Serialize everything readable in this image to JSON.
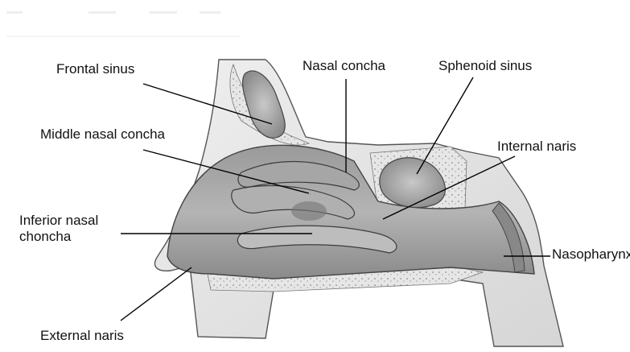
{
  "diagram": {
    "subject": "Nasal cavity, sagittal section",
    "labels": {
      "frontal_sinus": "Frontal sinus",
      "nasal_concha": "Nasal concha",
      "sphenoid_sinus": "Sphenoid sinus",
      "middle_nasal_concha": "Middle nasal concha",
      "internal_naris": "Internal naris",
      "inferior_nasal_concha": "Inferior nasal\nchoncha",
      "nasopharynx": "Nasopharynx",
      "external_naris": "External naris"
    }
  }
}
